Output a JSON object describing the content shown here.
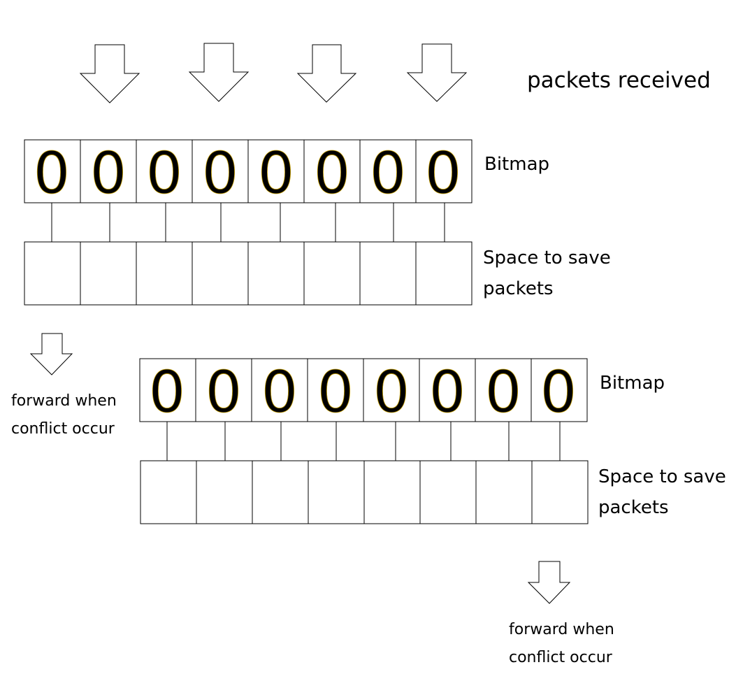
{
  "header": {
    "title": "packets received"
  },
  "stages": [
    {
      "bitmap": {
        "label": "Bitmap",
        "bits": [
          "0",
          "0",
          "0",
          "0",
          "0",
          "0",
          "0",
          "0"
        ]
      },
      "buffer": {
        "label_line1": "Space to save",
        "label_line2": "packets",
        "slots": 8
      }
    },
    {
      "bitmap": {
        "label": "Bitmap",
        "bits": [
          "0",
          "0",
          "0",
          "0",
          "0",
          "0",
          "0",
          "0"
        ]
      },
      "buffer": {
        "label_line1": "Space to save",
        "label_line2": "packets",
        "slots": 8
      }
    }
  ],
  "forwards": [
    {
      "line1": "forward when",
      "line2": "conflict occur"
    },
    {
      "line1": "forward when",
      "line2": "conflict occur"
    }
  ],
  "colors": {
    "stroke": "#000000",
    "fill": "#ffffff",
    "digit": "#000000",
    "digit_outline": "#c8a000"
  }
}
